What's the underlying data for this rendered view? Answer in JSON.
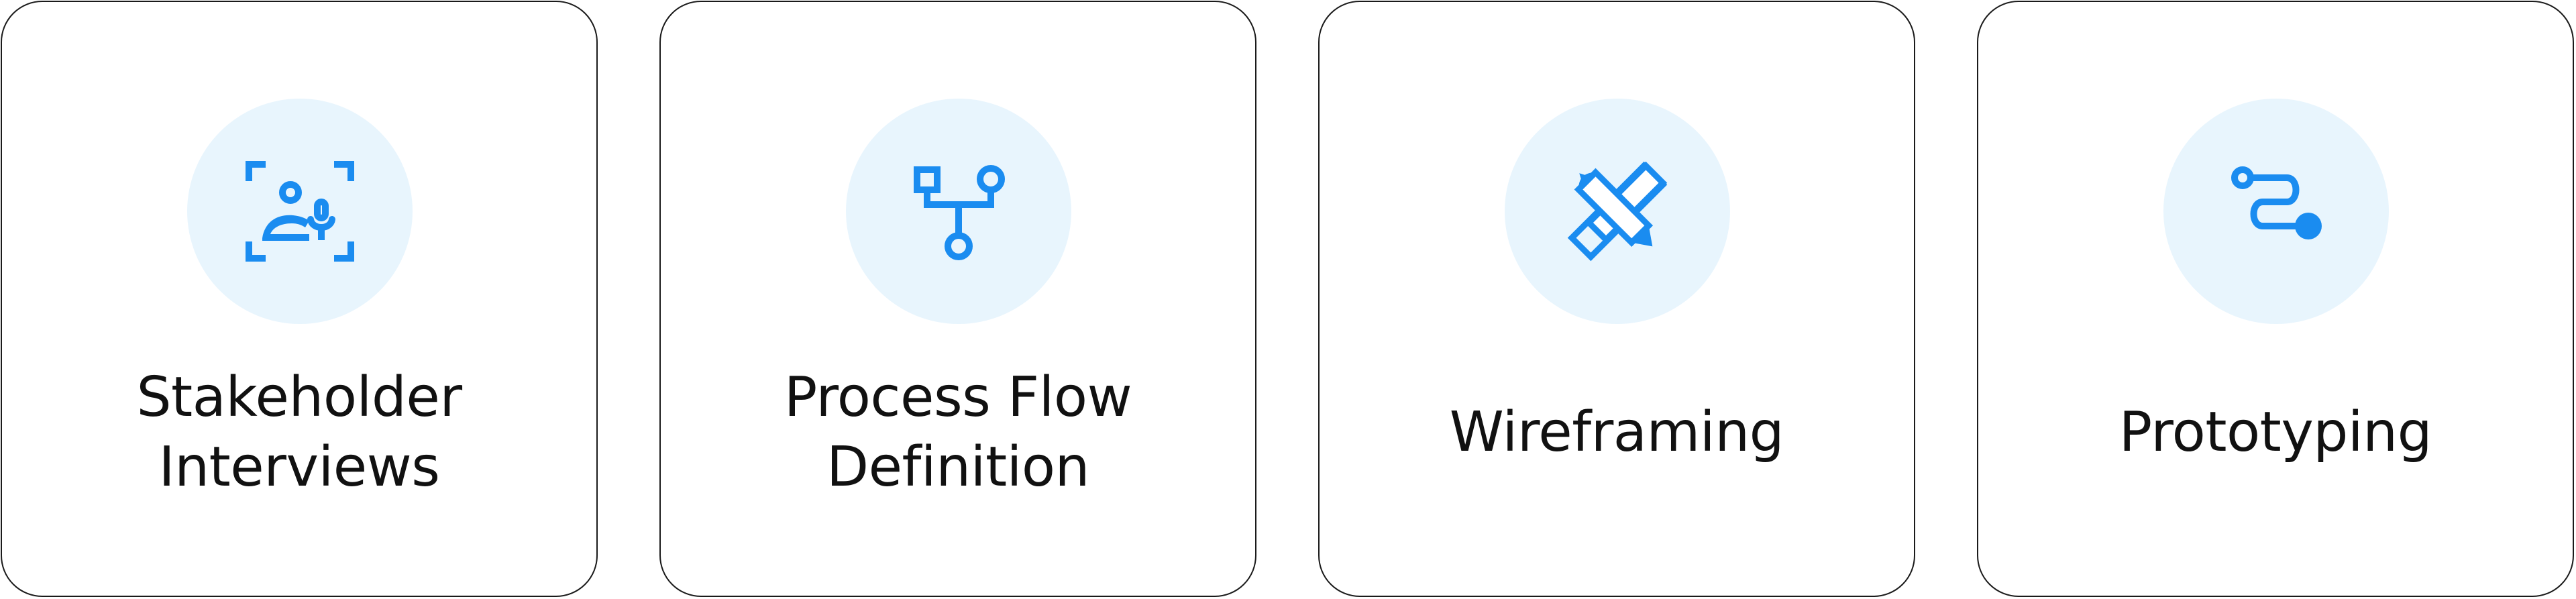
{
  "colors": {
    "accent": "#1a8cf0",
    "icon_background": "#e8f5fd",
    "card_border": "#1a1a1a",
    "text": "#111111"
  },
  "cards": [
    {
      "title": "Stakeholder\nInterviews",
      "icon": "stakeholder-interview-icon"
    },
    {
      "title": "Process Flow\nDefinition",
      "icon": "process-flow-icon"
    },
    {
      "title": "Wireframing",
      "icon": "ruler-pencil-icon"
    },
    {
      "title": "Prototyping",
      "icon": "route-path-icon"
    }
  ]
}
